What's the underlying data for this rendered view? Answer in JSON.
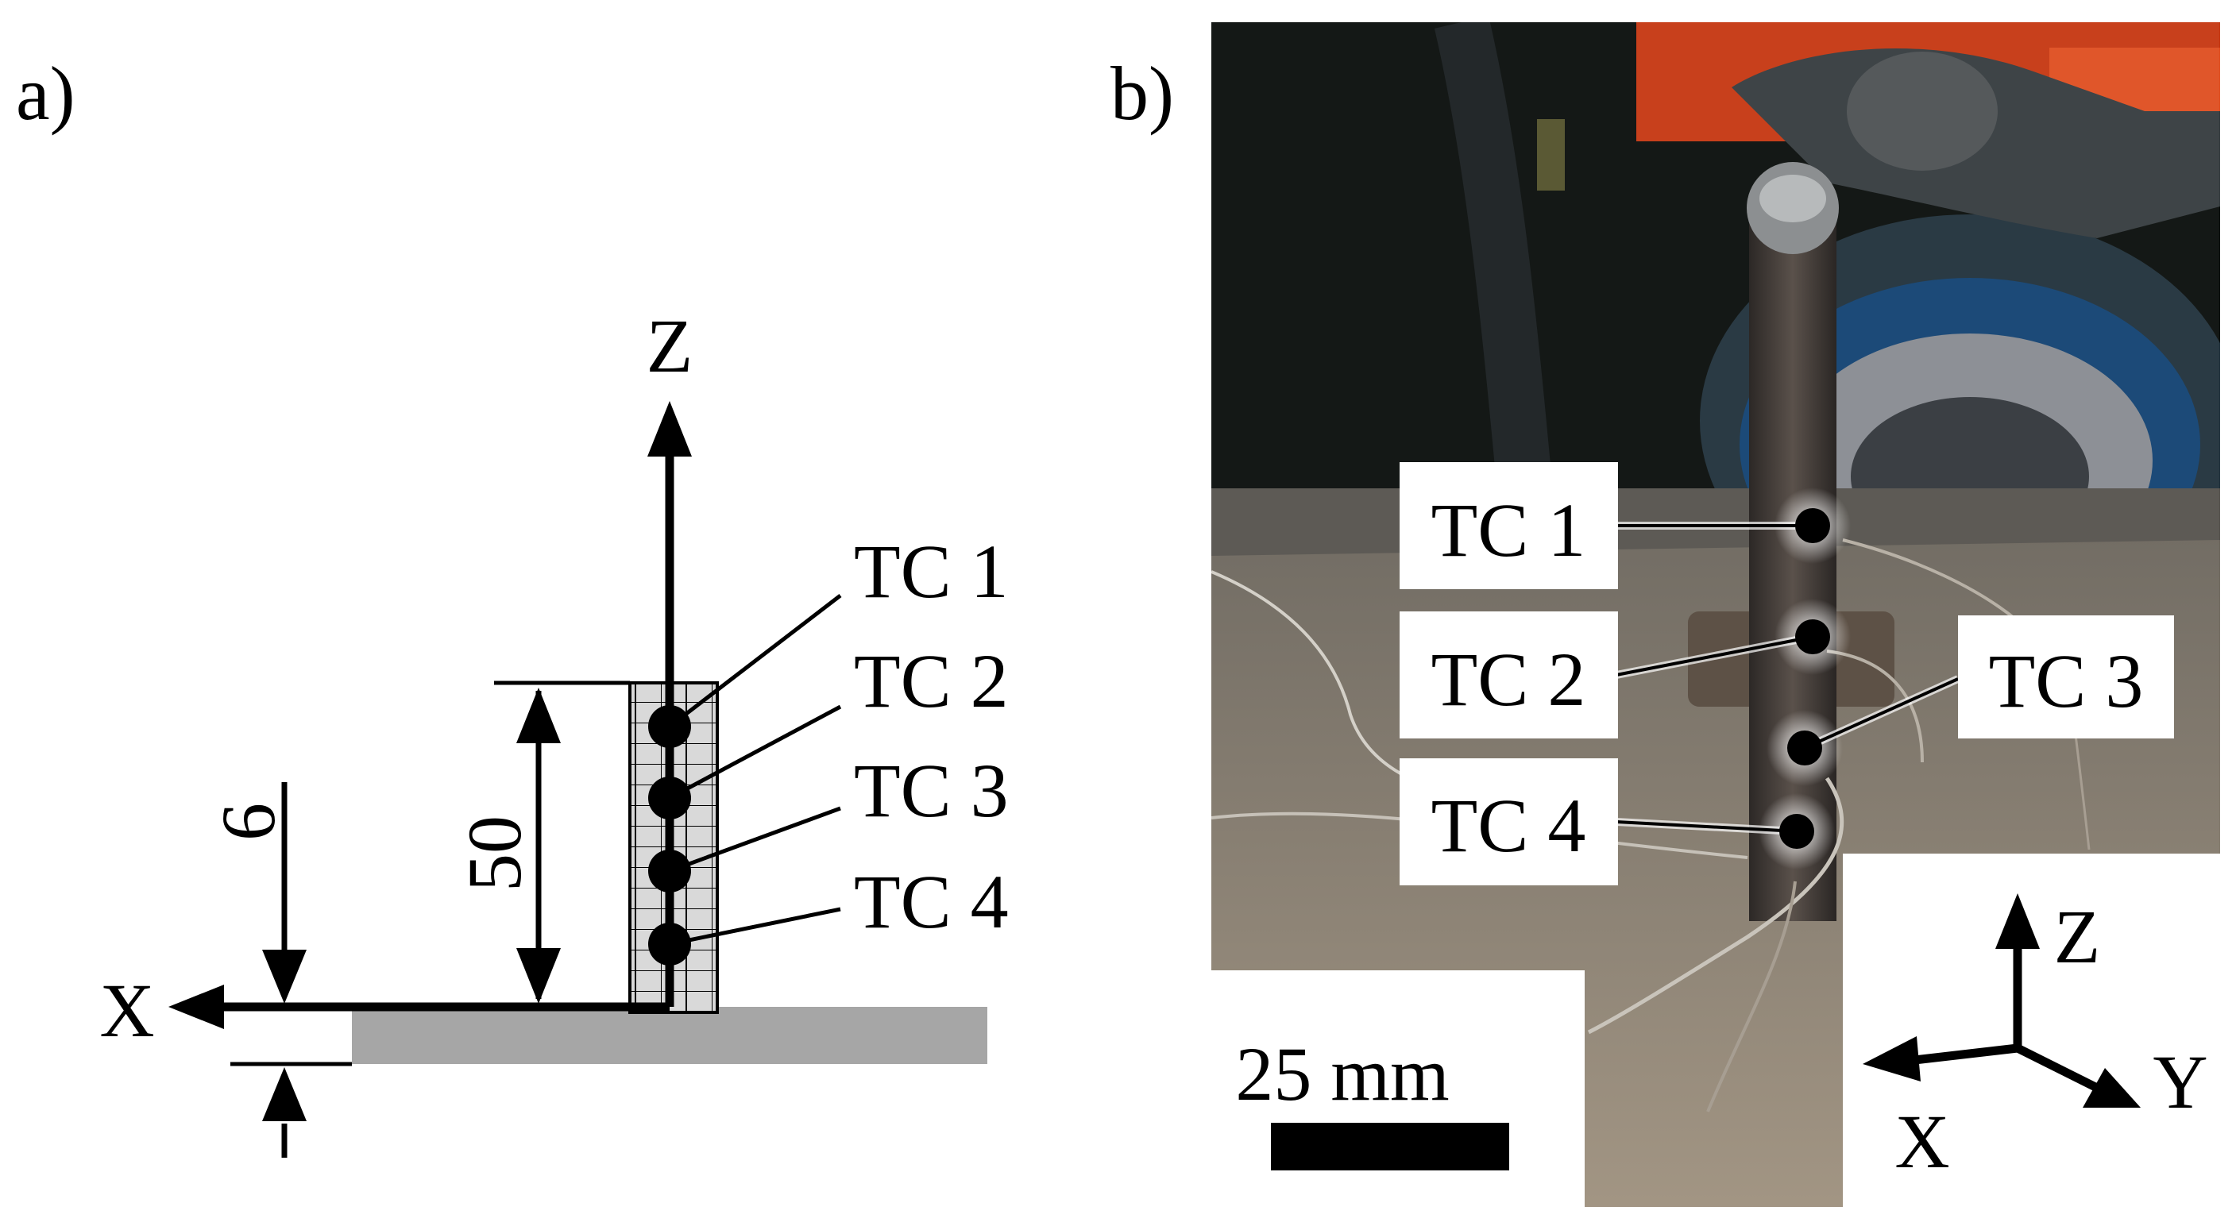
{
  "panel_a": {
    "label": "a)",
    "axis_z": "Z",
    "axis_x": "X",
    "dim_wall_height": "50",
    "dim_plate_thickness": "6",
    "thermocouples": [
      "TC 1",
      "TC 2",
      "TC 3",
      "TC 4"
    ],
    "colors": {
      "substrate": "#a6a6a6",
      "wall_fill": "#d9d9d9",
      "ink": "#000000"
    }
  },
  "panel_b": {
    "label": "b)",
    "thermocouples": [
      "TC 1",
      "TC 2",
      "TC 3",
      "TC 4"
    ],
    "scale_bar_label": "25 mm",
    "triad": {
      "z": "Z",
      "x": "X",
      "y": "Y"
    },
    "colors": {
      "background_dark": "#141816",
      "machine_orange": "#c8401c",
      "plate": "#857a6a",
      "wall": "#3a3531"
    }
  }
}
